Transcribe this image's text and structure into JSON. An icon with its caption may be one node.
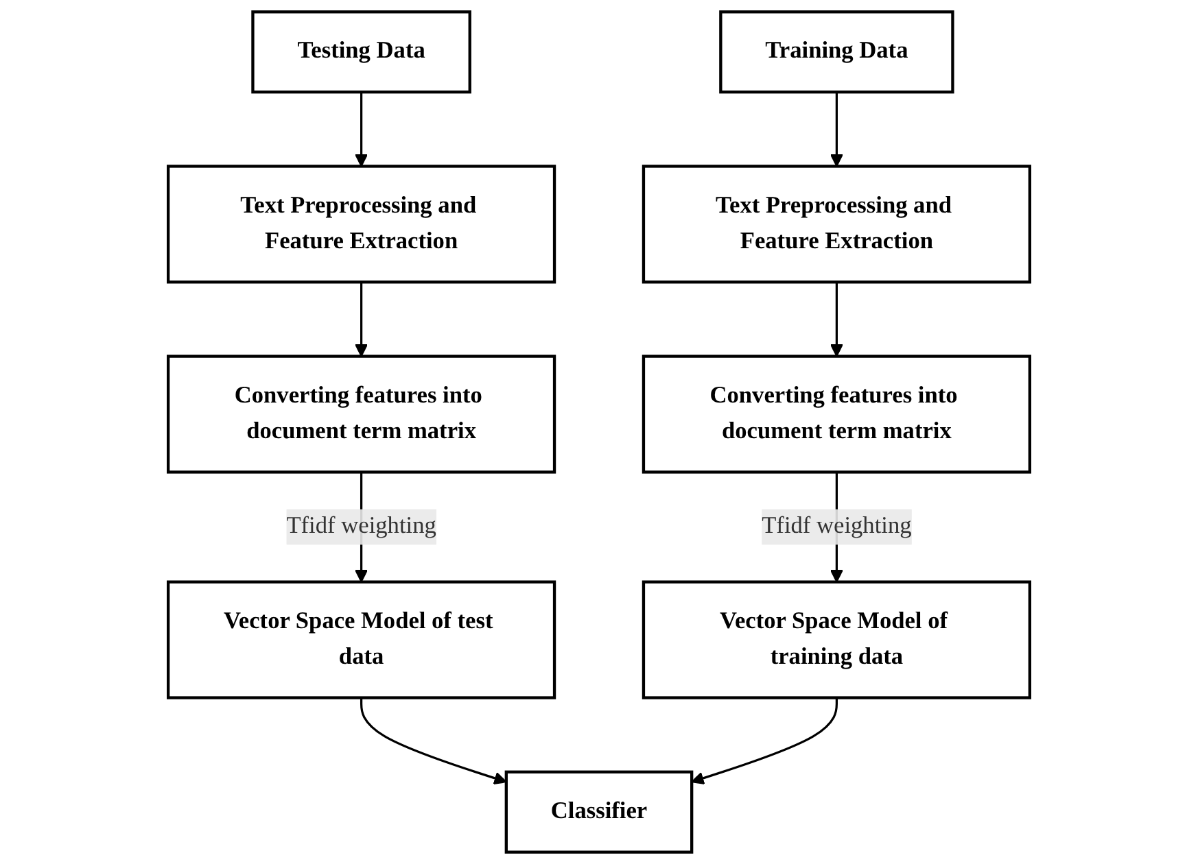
{
  "diagram": {
    "nodes": [
      {
        "text": [
          "Testing Data"
        ]
      },
      {
        "text": [
          "Text Preprocessing and Feature Extraction"
        ]
      },
      {
        "text": [
          "Converting features into document term matrix"
        ]
      },
      {
        "text": [
          "Vector Space Model of test data"
        ]
      },
      {
        "text": [
          "Classifier"
        ]
      },
      {
        "text": [
          "Training Data"
        ]
      },
      {
        "text": [
          "Text Preprocessing and Feature Extraction"
        ]
      },
      {
        "text": [
          "Converting features into document term matrix"
        ]
      },
      {
        "text": [
          "Vector Space Model of training data"
        ]
      }
    ],
    "edges": [
      {
        "from": 0,
        "to": 1,
        "arrow": "to"
      },
      {
        "from": 1,
        "to": 2,
        "arrow": "to"
      },
      {
        "from": 2,
        "to": 3,
        "label": "Tfidf weighting",
        "arrow": "to"
      },
      {
        "from": 3,
        "to": 4,
        "arrow": "to"
      },
      {
        "from": 5,
        "to": 6,
        "arrow": "to"
      },
      {
        "from": 6,
        "to": 7,
        "arrow": "to"
      },
      {
        "from": 7,
        "to": 8,
        "label": "Tfidf weighting",
        "arrow": "to"
      },
      {
        "from": 8,
        "to": 4,
        "arrow": "to"
      }
    ]
  }
}
